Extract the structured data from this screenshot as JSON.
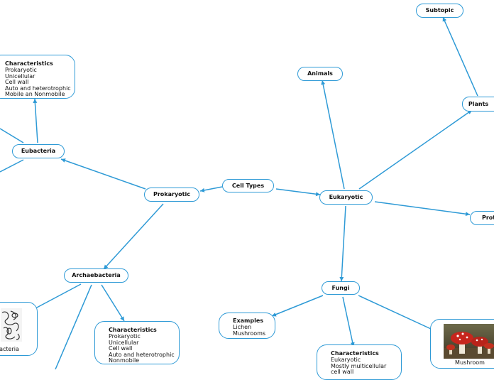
{
  "diagram": {
    "colors": {
      "line": "#2e9ad6",
      "node_border": "#2e9ad6",
      "text": "#111111"
    },
    "nodes": {
      "cell_types": "Cell Types",
      "prokaryotic": "Prokaryotic",
      "eukaryotic": "Eukaryotic",
      "eubacteria": "Eubacteria",
      "archaebacteria": "Archaebacteria",
      "animals": "Animals",
      "plants": "Plants",
      "subtopic": "Subtopic",
      "fungi": "Fungi",
      "protists_partial": "Proti"
    },
    "eubacteria_characteristics": {
      "heading": "Characteristics",
      "lines": [
        "Prokaryotic",
        "Unicellular",
        "Cell wall",
        "Auto and heterotrophic",
        "Mobile an Nonmobile"
      ]
    },
    "archaebacteria_characteristics": {
      "heading": "Characteristics",
      "lines": [
        "Prokaryotic",
        "Unicellular",
        "Cell wall",
        "Auto and heterotrophic",
        "Nonmobile"
      ]
    },
    "fungi_examples": {
      "heading": "Examples",
      "lines": [
        "Lichen",
        "Mushrooms"
      ]
    },
    "fungi_characteristics": {
      "heading": "Characteristics",
      "lines": [
        "Eukaryotic",
        "Mostly multicellular",
        "cell wall"
      ]
    },
    "image_captions": {
      "mushroom": "Mushroom",
      "archaebacteria_partial": "bacteria"
    },
    "icons": {
      "mushroom": "mushroom-photo",
      "archaebacteria": "archaebacteria-illustration"
    }
  }
}
